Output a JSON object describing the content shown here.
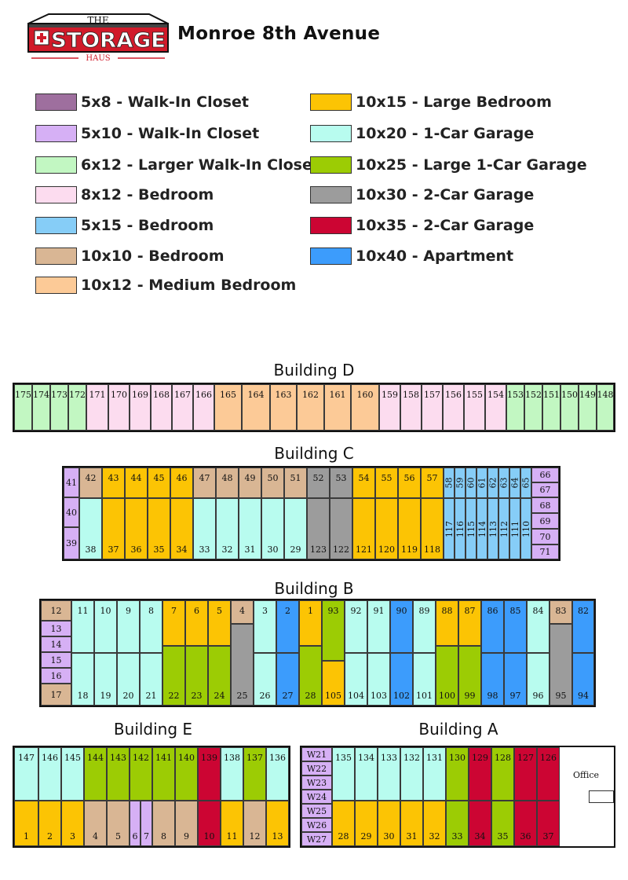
{
  "logo": {
    "top_word": "THE",
    "main_word": "STORAGE",
    "bottom_word": "HAUS"
  },
  "site_title": "Monroe 8th Avenue",
  "colors": {
    "s5x8": "#9e6f9e",
    "s5x10": "#d6b0f5",
    "s6x12": "#c2f7c2",
    "s8x12": "#fcdcef",
    "s5x15": "#86cdf7",
    "s10x10": "#d9b694",
    "s10x12": "#fcca97",
    "s10x15": "#fcc404",
    "s10x20": "#b8fcef",
    "s10x25": "#9ccc04",
    "s10x30": "#9c9c9c",
    "s10x35": "#cc0533",
    "s10x40": "#3c9cfc",
    "white": "#ffffff"
  },
  "legend": [
    {
      "label": "5x8 - Walk-In Closet",
      "color": "s5x8"
    },
    {
      "label": "5x10 - Walk-In Closet",
      "color": "s5x10"
    },
    {
      "label": "6x12 - Larger Walk-In Closet",
      "color": "s6x12"
    },
    {
      "label": "8x12 - Bedroom",
      "color": "s8x12"
    },
    {
      "label": "5x15 - Bedroom",
      "color": "s5x15"
    },
    {
      "label": "10x10 - Bedroom",
      "color": "s10x10"
    },
    {
      "label": "10x12 - Medium Bedroom",
      "color": "s10x12"
    },
    {
      "label": "10x15 - Large Bedroom",
      "color": "s10x15"
    },
    {
      "label": "10x20 - 1-Car Garage",
      "color": "s10x20"
    },
    {
      "label": "10x25 - Large 1-Car Garage",
      "color": "s10x25"
    },
    {
      "label": "10x30 - 2-Car Garage",
      "color": "s10x30"
    },
    {
      "label": "10x35 - 2-Car Garage",
      "color": "s10x35"
    },
    {
      "label": "10x40 - Apartment",
      "color": "s10x40"
    }
  ],
  "buildings": {
    "D": {
      "title": "Building D"
    },
    "C": {
      "title": "Building C"
    },
    "B": {
      "title": "Building B"
    },
    "E": {
      "title": "Building E"
    },
    "A": {
      "title": "Building A",
      "office_label": "Office"
    }
  },
  "units": {
    "D": [
      {
        "label": "175",
        "color": "s6x12"
      },
      {
        "label": "174",
        "color": "s6x12"
      },
      {
        "label": "173",
        "color": "s6x12"
      },
      {
        "label": "172",
        "color": "s6x12"
      },
      {
        "label": "171",
        "color": "s8x12"
      },
      {
        "label": "170",
        "color": "s8x12"
      },
      {
        "label": "169",
        "color": "s8x12"
      },
      {
        "label": "168",
        "color": "s8x12"
      },
      {
        "label": "167",
        "color": "s8x12"
      },
      {
        "label": "166",
        "color": "s8x12"
      },
      {
        "label": "165",
        "color": "s10x12"
      },
      {
        "label": "164",
        "color": "s10x12"
      },
      {
        "label": "163",
        "color": "s10x12"
      },
      {
        "label": "162",
        "color": "s10x12"
      },
      {
        "label": "161",
        "color": "s10x12"
      },
      {
        "label": "160",
        "color": "s10x12"
      },
      {
        "label": "159",
        "color": "s8x12"
      },
      {
        "label": "158",
        "color": "s8x12"
      },
      {
        "label": "157",
        "color": "s8x12"
      },
      {
        "label": "156",
        "color": "s8x12"
      },
      {
        "label": "155",
        "color": "s8x12"
      },
      {
        "label": "154",
        "color": "s8x12"
      },
      {
        "label": "153",
        "color": "s6x12"
      },
      {
        "label": "152",
        "color": "s6x12"
      },
      {
        "label": "151",
        "color": "s6x12"
      },
      {
        "label": "150",
        "color": "s6x12"
      },
      {
        "label": "149",
        "color": "s6x12"
      },
      {
        "label": "148",
        "color": "s6x12"
      }
    ],
    "C_top": [
      {
        "label": "42",
        "color": "s10x10"
      },
      {
        "label": "43",
        "color": "s10x15"
      },
      {
        "label": "44",
        "color": "s10x15"
      },
      {
        "label": "45",
        "color": "s10x15"
      },
      {
        "label": "46",
        "color": "s10x15"
      },
      {
        "label": "47",
        "color": "s10x10"
      },
      {
        "label": "48",
        "color": "s10x10"
      },
      {
        "label": "49",
        "color": "s10x10"
      },
      {
        "label": "50",
        "color": "s10x10"
      },
      {
        "label": "51",
        "color": "s10x10"
      },
      {
        "label": "52",
        "color": "s10x30"
      },
      {
        "label": "53",
        "color": "s10x30"
      },
      {
        "label": "54",
        "color": "s10x15"
      },
      {
        "label": "55",
        "color": "s10x15"
      },
      {
        "label": "56",
        "color": "s10x15"
      },
      {
        "label": "57",
        "color": "s10x15"
      }
    ],
    "C_bottom": [
      {
        "label": "38",
        "color": "s10x20"
      },
      {
        "label": "37",
        "color": "s10x15"
      },
      {
        "label": "36",
        "color": "s10x15"
      },
      {
        "label": "35",
        "color": "s10x15"
      },
      {
        "label": "34",
        "color": "s10x15"
      },
      {
        "label": "33",
        "color": "s10x20"
      },
      {
        "label": "32",
        "color": "s10x20"
      },
      {
        "label": "31",
        "color": "s10x20"
      },
      {
        "label": "30",
        "color": "s10x20"
      },
      {
        "label": "29",
        "color": "s10x20"
      },
      {
        "label": "123",
        "color": "s10x30"
      },
      {
        "label": "122",
        "color": "s10x30"
      },
      {
        "label": "121",
        "color": "s10x15"
      },
      {
        "label": "120",
        "color": "s10x15"
      },
      {
        "label": "119",
        "color": "s10x15"
      },
      {
        "label": "118",
        "color": "s10x15"
      }
    ],
    "C_left": [
      {
        "label": "41",
        "color": "s5x10"
      },
      {
        "label": "40",
        "color": "s5x10"
      },
      {
        "label": "39",
        "color": "s5x10"
      }
    ],
    "C_narrow_top": [
      {
        "label": "58",
        "color": "s5x15"
      },
      {
        "label": "59",
        "color": "s5x15"
      },
      {
        "label": "60",
        "color": "s5x15"
      },
      {
        "label": "61",
        "color": "s5x15"
      },
      {
        "label": "62",
        "color": "s5x15"
      },
      {
        "label": "63",
        "color": "s5x15"
      },
      {
        "label": "64",
        "color": "s5x15"
      },
      {
        "label": "65",
        "color": "s5x15"
      }
    ],
    "C_narrow_bottom": [
      {
        "label": "117",
        "color": "s5x15"
      },
      {
        "label": "116",
        "color": "s5x15"
      },
      {
        "label": "115",
        "color": "s5x15"
      },
      {
        "label": "114",
        "color": "s5x15"
      },
      {
        "label": "113",
        "color": "s5x15"
      },
      {
        "label": "112",
        "color": "s5x15"
      },
      {
        "label": "111",
        "color": "s5x15"
      },
      {
        "label": "110",
        "color": "s5x15"
      }
    ],
    "C_right": [
      {
        "label": "66",
        "color": "s5x10"
      },
      {
        "label": "67",
        "color": "s5x10"
      },
      {
        "label": "68",
        "color": "s5x10"
      },
      {
        "label": "69",
        "color": "s5x10"
      },
      {
        "label": "70",
        "color": "s5x10"
      },
      {
        "label": "71",
        "color": "s5x10"
      }
    ],
    "B_left": [
      {
        "label": "12",
        "color": "s10x10"
      },
      {
        "label": "13",
        "color": "s5x10"
      },
      {
        "label": "14",
        "color": "s5x10"
      },
      {
        "label": "15",
        "color": "s5x10"
      },
      {
        "label": "16",
        "color": "s5x10"
      },
      {
        "label": "17",
        "color": "s10x10"
      }
    ],
    "B_top": [
      {
        "label": "11",
        "color": "s10x20"
      },
      {
        "label": "10",
        "color": "s10x20"
      },
      {
        "label": "9",
        "color": "s10x20"
      },
      {
        "label": "8",
        "color": "s10x20"
      },
      {
        "label": "7",
        "color": "s10x15"
      },
      {
        "label": "6",
        "color": "s10x15"
      },
      {
        "label": "5",
        "color": "s10x15"
      },
      {
        "label": "4",
        "color": "s10x10"
      },
      {
        "label": "3",
        "color": "s10x20"
      },
      {
        "label": "2",
        "color": "s10x40"
      },
      {
        "label": "1",
        "color": "s10x15"
      },
      {
        "label": "93",
        "color": "s10x25"
      },
      {
        "label": "92",
        "color": "s10x20"
      },
      {
        "label": "91",
        "color": "s10x20"
      },
      {
        "label": "90",
        "color": "s10x40"
      },
      {
        "label": "89",
        "color": "s10x20"
      },
      {
        "label": "88",
        "color": "s10x15"
      },
      {
        "label": "87",
        "color": "s10x15"
      },
      {
        "label": "86",
        "color": "s10x40"
      },
      {
        "label": "85",
        "color": "s10x40"
      },
      {
        "label": "84",
        "color": "s10x20"
      },
      {
        "label": "83",
        "color": "s10x10"
      },
      {
        "label": "82",
        "color": "s10x40"
      }
    ],
    "B_bottom": [
      {
        "label": "18",
        "color": "s10x20"
      },
      {
        "label": "19",
        "color": "s10x20"
      },
      {
        "label": "20",
        "color": "s10x20"
      },
      {
        "label": "21",
        "color": "s10x20"
      },
      {
        "label": "22",
        "color": "s10x25"
      },
      {
        "label": "23",
        "color": "s10x25"
      },
      {
        "label": "24",
        "color": "s10x25"
      },
      {
        "label": "25",
        "color": "s10x30"
      },
      {
        "label": "26",
        "color": "s10x20"
      },
      {
        "label": "27",
        "color": "s10x40"
      },
      {
        "label": "28",
        "color": "s10x25"
      },
      {
        "label": "105",
        "color": "s10x15"
      },
      {
        "label": "104",
        "color": "s10x20"
      },
      {
        "label": "103",
        "color": "s10x20"
      },
      {
        "label": "102",
        "color": "s10x40"
      },
      {
        "label": "101",
        "color": "s10x20"
      },
      {
        "label": "100",
        "color": "s10x25"
      },
      {
        "label": "99",
        "color": "s10x25"
      },
      {
        "label": "98",
        "color": "s10x40"
      },
      {
        "label": "97",
        "color": "s10x40"
      },
      {
        "label": "96",
        "color": "s10x20"
      },
      {
        "label": "95",
        "color": "s10x30"
      },
      {
        "label": "94",
        "color": "s10x40"
      }
    ],
    "E_top": [
      {
        "label": "147",
        "color": "s10x20"
      },
      {
        "label": "146",
        "color": "s10x20"
      },
      {
        "label": "145",
        "color": "s10x20"
      },
      {
        "label": "144",
        "color": "s10x25"
      },
      {
        "label": "143",
        "color": "s10x25"
      },
      {
        "label": "142",
        "color": "s10x25"
      },
      {
        "label": "141",
        "color": "s10x25"
      },
      {
        "label": "140",
        "color": "s10x25"
      },
      {
        "label": "139",
        "color": "s10x35"
      },
      {
        "label": "138",
        "color": "s10x20"
      },
      {
        "label": "137",
        "color": "s10x25"
      },
      {
        "label": "136",
        "color": "s10x20"
      }
    ],
    "E_bottom": [
      {
        "label": "1",
        "color": "s10x15"
      },
      {
        "label": "2",
        "color": "s10x15"
      },
      {
        "label": "3",
        "color": "s10x15"
      },
      {
        "label": "4",
        "color": "s10x10"
      },
      {
        "label": "5",
        "color": "s10x10"
      },
      {
        "label": "6",
        "color": "s5x10"
      },
      {
        "label": "7",
        "color": "s5x10"
      },
      {
        "label": "8",
        "color": "s10x10"
      },
      {
        "label": "9",
        "color": "s10x10"
      },
      {
        "label": "10",
        "color": "s10x35"
      },
      {
        "label": "11",
        "color": "s10x15"
      },
      {
        "label": "12",
        "color": "s10x10"
      },
      {
        "label": "13",
        "color": "s10x15"
      }
    ],
    "A_left": [
      {
        "label": "W21",
        "color": "s5x10"
      },
      {
        "label": "W22",
        "color": "s5x10"
      },
      {
        "label": "W23",
        "color": "s5x10"
      },
      {
        "label": "W24",
        "color": "s5x10"
      },
      {
        "label": "W25",
        "color": "s5x10"
      },
      {
        "label": "W26",
        "color": "s5x10"
      },
      {
        "label": "W27",
        "color": "s5x10"
      }
    ],
    "A_top": [
      {
        "label": "135",
        "color": "s10x20"
      },
      {
        "label": "134",
        "color": "s10x20"
      },
      {
        "label": "133",
        "color": "s10x20"
      },
      {
        "label": "132",
        "color": "s10x20"
      },
      {
        "label": "131",
        "color": "s10x20"
      },
      {
        "label": "130",
        "color": "s10x25"
      },
      {
        "label": "129",
        "color": "s10x35"
      },
      {
        "label": "128",
        "color": "s10x25"
      },
      {
        "label": "127",
        "color": "s10x35"
      },
      {
        "label": "126",
        "color": "s10x35"
      }
    ],
    "A_bottom": [
      {
        "label": "28",
        "color": "s10x15"
      },
      {
        "label": "29",
        "color": "s10x15"
      },
      {
        "label": "30",
        "color": "s10x15"
      },
      {
        "label": "31",
        "color": "s10x15"
      },
      {
        "label": "32",
        "color": "s10x15"
      },
      {
        "label": "33",
        "color": "s10x25"
      },
      {
        "label": "34",
        "color": "s10x35"
      },
      {
        "label": "35",
        "color": "s10x25"
      },
      {
        "label": "36",
        "color": "s10x35"
      },
      {
        "label": "37",
        "color": "s10x35"
      }
    ]
  }
}
